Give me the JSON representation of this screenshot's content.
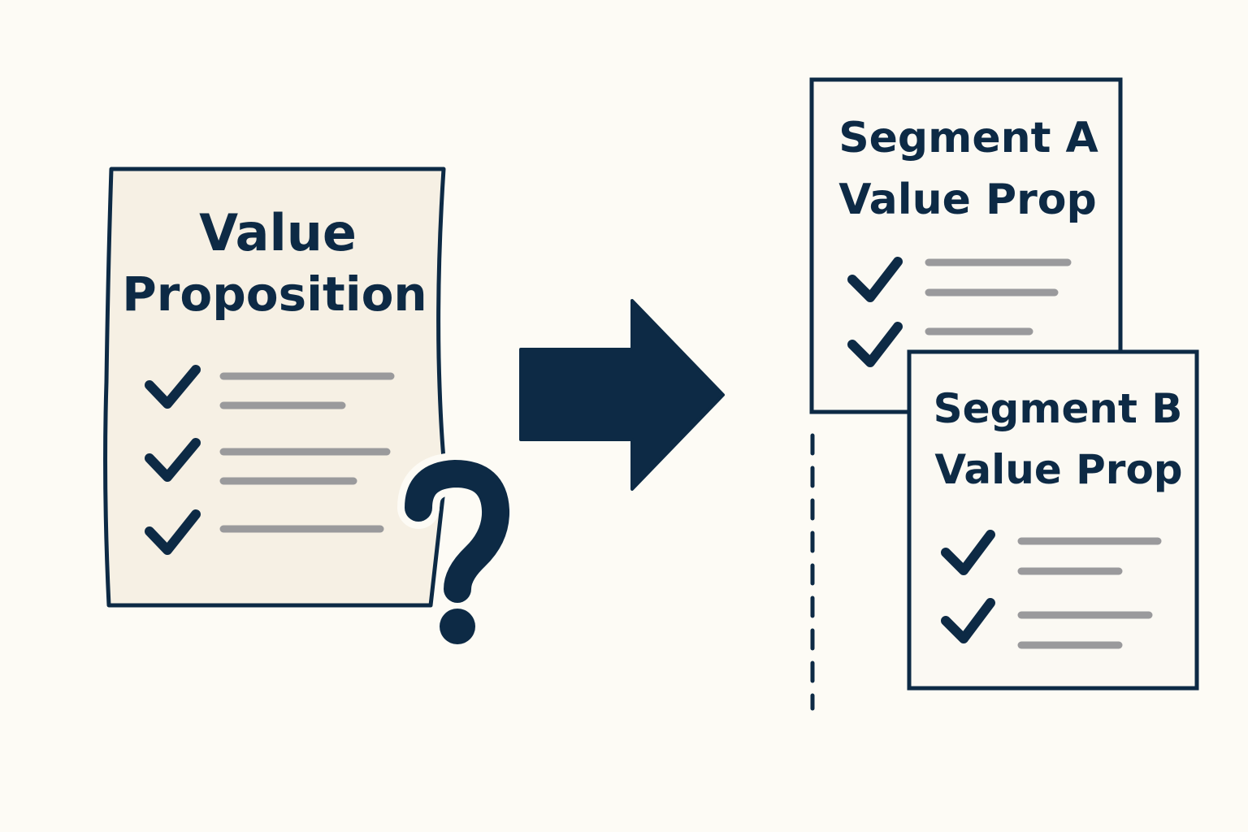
{
  "colors": {
    "background": "#fdfbf5",
    "ink": "#0d2a45",
    "doc_fill": "#f6f0e4",
    "card_fill": "#fbf9f3",
    "line_gray": "#9a9a9c"
  },
  "original_doc": {
    "title_line1": "Value",
    "title_line2": "Proposition",
    "item_count": 3,
    "icon": "checkmark-icon"
  },
  "question_mark": {
    "glyph": "?",
    "icon": "question-mark-icon"
  },
  "arrow": {
    "icon": "right-arrow-icon"
  },
  "segment_a": {
    "title_line1": "Segment A",
    "title_line2": "Value Prop",
    "item_count": 2
  },
  "segment_b": {
    "title_line1": "Segment B",
    "title_line2": "Value Prop",
    "item_count": 2
  }
}
